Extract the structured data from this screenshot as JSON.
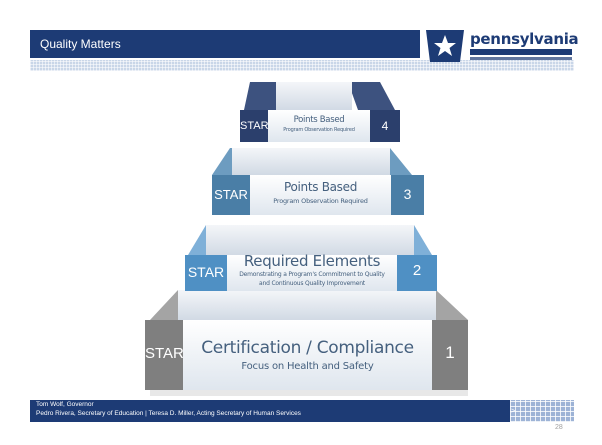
{
  "header": {
    "title": "Quality Matters",
    "logo_text": "pennsylvania"
  },
  "steps": [
    {
      "star": "STAR",
      "number": "4",
      "heading": "Points Based",
      "subheading": "Program Observation Required"
    },
    {
      "star": "STAR",
      "number": "3",
      "heading": "Points Based",
      "subheading": "Program Observation Required"
    },
    {
      "star": "STAR",
      "number": "2",
      "heading": "Required Elements",
      "subheading": "Demonstrating a Program's Commitment to Quality",
      "subheading_2": "and Continuous Quality Improvement"
    },
    {
      "star": "STAR",
      "number": "1",
      "heading": "Certification / Compliance",
      "subheading": "Focus on Health and Safety"
    }
  ],
  "footer": {
    "line_1": "Tom Wolf, Governor",
    "line_2": "Pedro Rivera, Secretary of Education | Teresa D. Miller, Acting Secretary of Human Services",
    "arrow": ">",
    "page_number": "28"
  },
  "colors": {
    "navy": "#1d3b75",
    "step4": "#2b3f6c",
    "step3": "#4a7ea6",
    "step2": "#4f90c4",
    "step1": "#7f7f7f",
    "face_text": "#45607e"
  }
}
